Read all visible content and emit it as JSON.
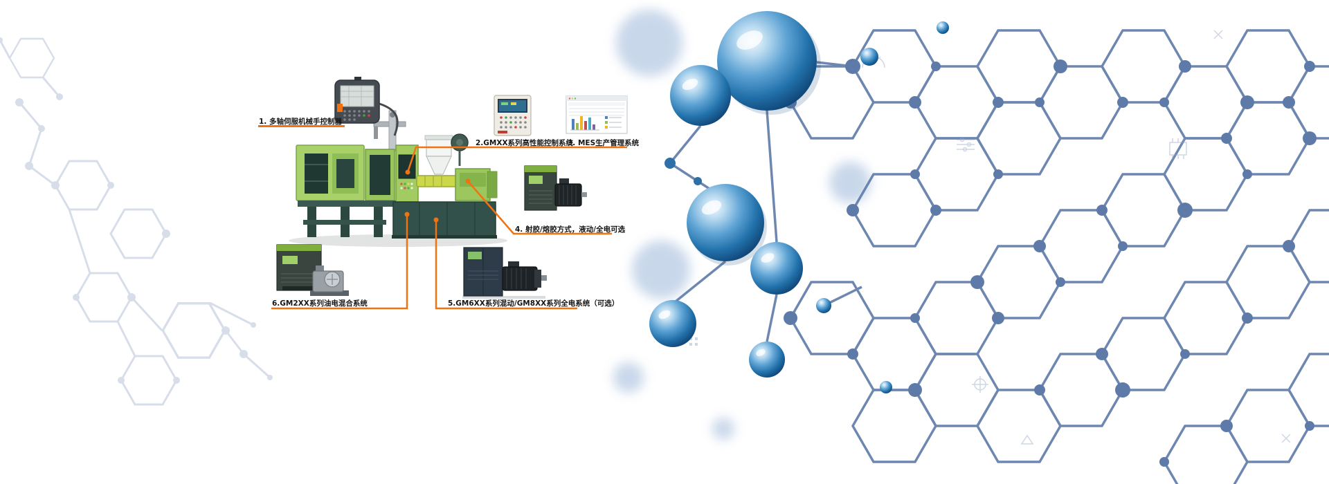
{
  "colors": {
    "accent": "#f1720e",
    "machine_green": "#a8d161",
    "machine_dark": "#2c4841",
    "molecule_blue": "#5d7aa9",
    "molecule_faint": "#bcc8db",
    "sphere_blue": "#1a6db1"
  },
  "callouts": [
    {
      "label": "1. 多轴伺服机械手控制器"
    },
    {
      "label": "2.GMXX系列高性能控制系统"
    },
    {
      "label": "3. MES生产管理系统"
    },
    {
      "label": "4. 射胶/熔胶方式，液动/全电可选"
    },
    {
      "label": "5.GM6XX系列混动/GM8XX系列全电系统（可选）"
    },
    {
      "label": "6.GM2XX系列油电混合系统"
    }
  ]
}
